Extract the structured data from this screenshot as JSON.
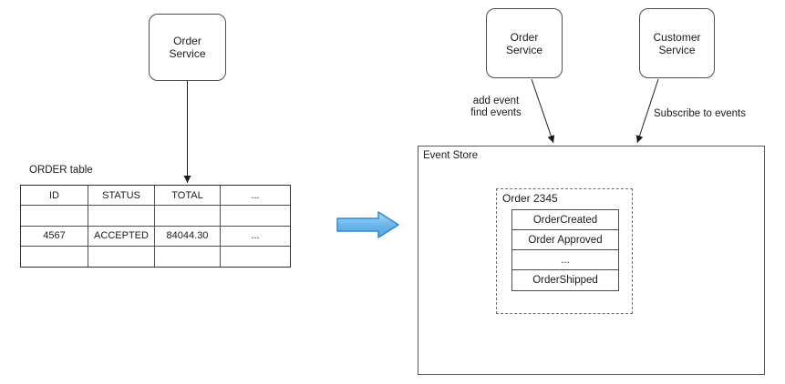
{
  "left": {
    "order_service_label": "Order\nService",
    "table_title": "ORDER table",
    "table": {
      "headers": [
        "ID",
        "STATUS",
        "TOTAL",
        "..."
      ],
      "rows": [
        [
          "",
          "",
          "",
          ""
        ],
        [
          "4567",
          "ACCEPTED",
          "84044.30",
          "..."
        ],
        [
          "",
          "",
          "",
          ""
        ]
      ]
    }
  },
  "middle": {
    "transform_arrow_icon": "blue-right-arrow"
  },
  "right": {
    "order_service_label": "Order\nService",
    "customer_service_label": "Customer\nService",
    "order_arrow_label": "add event\nfind events",
    "subscribe_arrow_label": "Subscribe to events",
    "event_store_label": "Event Store",
    "order_group_label": "Order 2345",
    "events": [
      "OrderCreated",
      "Order Approved",
      "...",
      "OrderShipped"
    ]
  },
  "colors": {
    "line": "#1f1f1f",
    "box_border": "#4d4d4d",
    "blue_arrow_fill_top": "#aad8f6",
    "blue_arrow_fill_mid": "#67b4ea",
    "blue_arrow_fill_bottom": "#55a8e2",
    "blue_arrow_stroke": "#2e88cd"
  }
}
